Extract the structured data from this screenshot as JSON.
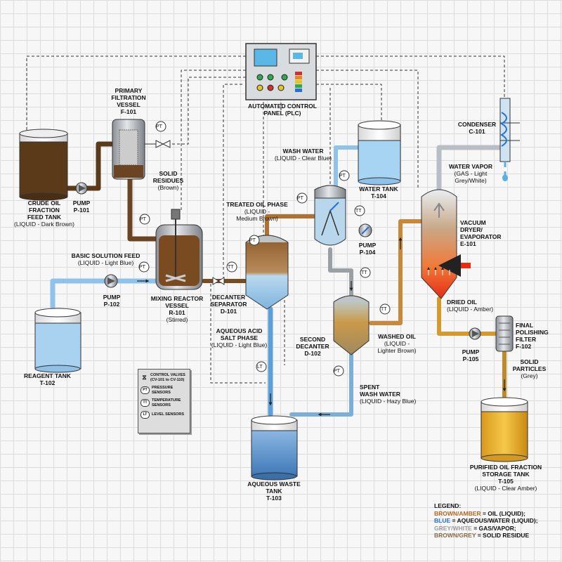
{
  "control_panel": {
    "title": "AUTOMATED CONTROL",
    "subtitle": "PANEL (PLC)"
  },
  "equipment": {
    "crude_tank": {
      "l1": "CRUDE OIL",
      "l2": "FRACTION",
      "l3": "FEED TANK",
      "sub": "(LIQUID - Dark Brown)"
    },
    "pump_101": {
      "l1": "PUMP",
      "l2": "P-101"
    },
    "filter_vessel": {
      "l1": "PRIMARY",
      "l2": "FILTRATION",
      "l3": "VESSEL",
      "l4": "F-101"
    },
    "solid_residues": {
      "l1": "SOLID",
      "l2": "RESIDUES",
      "l3": "(Brown)"
    },
    "basic_feed": {
      "l1": "BASIC SOLUTION FEED",
      "l2": "(LIQUID - Light Blue)"
    },
    "pump_102": {
      "l1": "PUMP",
      "l2": "P-102"
    },
    "reagent_tank": {
      "l1": "REAGENT TANK",
      "l2": "T-102"
    },
    "reactor": {
      "l1": "MIXING REACTOR",
      "l2": "VESSEL",
      "l3": "R-101",
      "l4": "(Stirred)"
    },
    "decanter_1": {
      "l1": "DECANTER",
      "l2": "SEPARATOR",
      "l3": "D-101"
    },
    "aqueous_acid": {
      "l1": "AQUEOUS ACID",
      "l2": "SALT PHASE",
      "l3": "(LIQUID - Light Blue)"
    },
    "treated_oil": {
      "l1": "TREATED OIL PHASE",
      "l2": "(LIQUID -",
      "l3": "Medium Brown)"
    },
    "wash_water": {
      "l1": "WASH WATER",
      "l2": "(LIQUID - Clear Blue)"
    },
    "water_tank": {
      "l1": "WATER TANK",
      "l2": "T-104"
    },
    "pump_104": {
      "l1": "PUMP",
      "l2": "P-104"
    },
    "decanter_2": {
      "l1": "SECOND",
      "l2": "DECANTER",
      "l3": "D-102"
    },
    "washed_oil": {
      "l1": "WASHED OIL",
      "l2": "(LIQUID -",
      "l3": "Lighter Brown)"
    },
    "spent_wash": {
      "l1": "SPENT",
      "l2": "WASH WATER",
      "l3": "(LIQUID - Hazy Blue)"
    },
    "waste_tank": {
      "l1": "AQUEOUS WASTE",
      "l2": "TANK",
      "l3": "T-103"
    },
    "condenser": {
      "l1": "CONDENSER",
      "l2": "C-101"
    },
    "water_vapor": {
      "l1": "WATER VAPOR",
      "l2": "(GAS - Light",
      "l3": "Grey/White)"
    },
    "dryer": {
      "l1": "VACUUM",
      "l2": "DRYER/",
      "l3": "EVAPORATOR",
      "l4": "E-101"
    },
    "dried_oil": {
      "l1": "DRIED OIL",
      "l2": "(LIQUID - Amber)"
    },
    "pump_105": {
      "l1": "PUMP",
      "l2": "P-105"
    },
    "final_filter": {
      "l1": "FINAL",
      "l2": "POLISHING",
      "l3": "FILTER",
      "l4": "F-102"
    },
    "solid_particles": {
      "l1": "SOLID",
      "l2": "PARTICLES",
      "l3": "(Grey)"
    },
    "storage_tank": {
      "l1": "PURIFIED OIL FRACTION",
      "l2": "STORAGE TANK",
      "l3": "T-105",
      "l4": "(LIQUID - Clear Amber)"
    }
  },
  "sensors": {
    "pt": "PT",
    "tt": "TT",
    "lt": "LT"
  },
  "key": {
    "valves": "CONTROL VALVES (CV-101 to CV-110)",
    "pressure": "PRESSURE SENSORS",
    "temperature": "TEMPERATURE SENSORS",
    "level": "LEVEL SENSORS"
  },
  "legend": {
    "title": "LEGEND:",
    "oil": {
      "key": "BROWN/AMBER",
      "text": " = OIL (LIQUID);",
      "color": "#b5651d"
    },
    "water": {
      "key": "BLUE",
      "text": " = AQUEOUS/WATER (LIQUID);",
      "color": "#2a6fd6"
    },
    "gas": {
      "key": "GREY/WHITE",
      "text": " = GAS/VAPOR;",
      "color": "#9a9a9a"
    },
    "solid": {
      "key": "BROWN/GREY",
      "text": " = SOLID RESIDUE",
      "color": "#8a6a4a"
    }
  }
}
